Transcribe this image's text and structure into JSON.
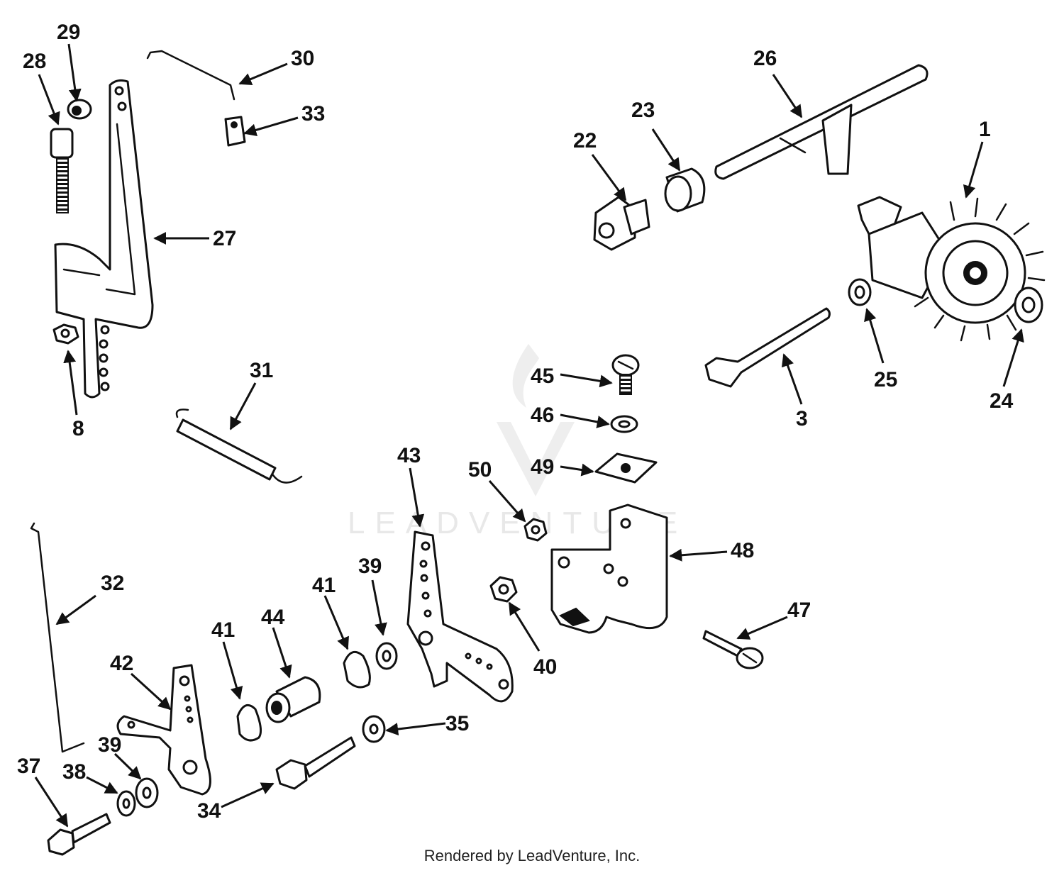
{
  "diagram": {
    "callouts": [
      "29",
      "28",
      "30",
      "33",
      "27",
      "8",
      "31",
      "32",
      "26",
      "23",
      "22",
      "1",
      "25",
      "24",
      "3",
      "45",
      "46",
      "49",
      "50",
      "43",
      "48",
      "39",
      "41",
      "44",
      "42",
      "41",
      "40",
      "47",
      "35",
      "39",
      "38",
      "37",
      "34"
    ]
  },
  "watermark": {
    "text": "LEADVENTURE"
  },
  "footer": {
    "credit": "Rendered by LeadVenture, Inc."
  },
  "colors": {
    "line": "#111111",
    "background": "#ffffff",
    "watermark": "#e8e8e8"
  }
}
